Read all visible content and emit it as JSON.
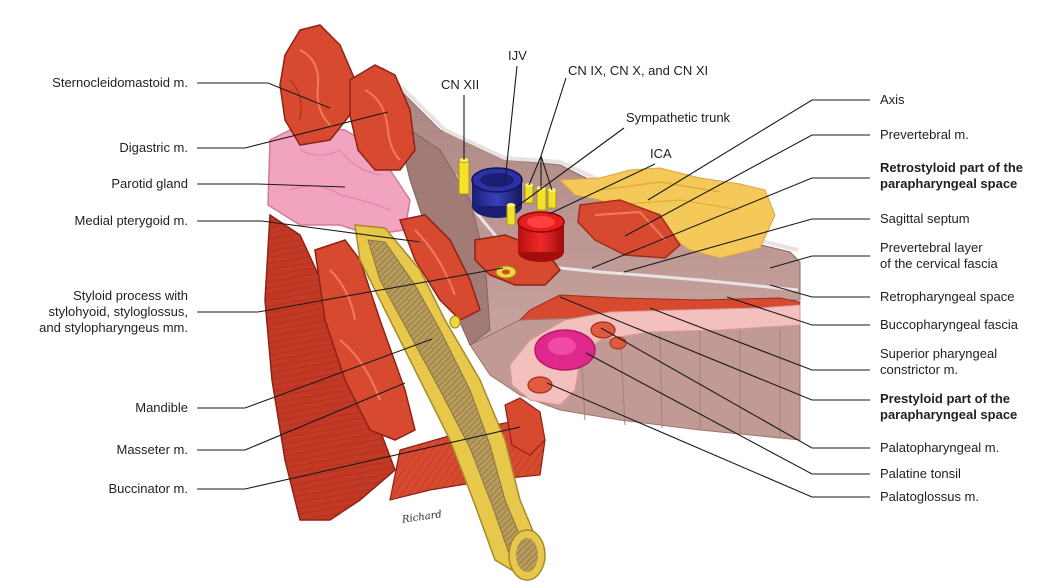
{
  "labels_left": [
    {
      "id": "scm",
      "text": "Sternocleidomastoid m."
    },
    {
      "id": "digastric",
      "text": "Digastric m."
    },
    {
      "id": "parotid",
      "text": "Parotid gland"
    },
    {
      "id": "medial_pterygoid",
      "text": "Medial pterygoid m."
    },
    {
      "id": "styloid",
      "lines": [
        "Styloid process with",
        "stylohyoid, styloglossus,",
        "and stylopharyngeus mm."
      ]
    },
    {
      "id": "mandible",
      "text": "Mandible"
    },
    {
      "id": "masseter",
      "text": "Masseter m."
    },
    {
      "id": "buccinator",
      "text": "Buccinator m."
    }
  ],
  "labels_top": [
    {
      "id": "cn12",
      "text": "CN XII"
    },
    {
      "id": "ijv",
      "text": "IJV"
    },
    {
      "id": "cn9_10_11",
      "text": "CN IX, CN X, and CN XI"
    },
    {
      "id": "sympathetic",
      "text": "Sympathetic trunk"
    },
    {
      "id": "ica",
      "text": "ICA"
    }
  ],
  "labels_right": [
    {
      "id": "axis",
      "lines": [
        "Axis"
      ],
      "bold": false
    },
    {
      "id": "prevertebral_m",
      "lines": [
        "Prevertebral m."
      ],
      "bold": false
    },
    {
      "id": "retrostyloid",
      "lines": [
        "Retrostyloid part of the",
        "parapharyngeal space"
      ],
      "bold": true
    },
    {
      "id": "sagittal_septum",
      "lines": [
        "Sagittal septum"
      ],
      "bold": false
    },
    {
      "id": "prevertebral_layer",
      "lines": [
        "Prevertebral layer",
        "of the cervical fascia"
      ],
      "bold": false
    },
    {
      "id": "retropharyngeal",
      "lines": [
        "Retropharyngeal space"
      ],
      "bold": false
    },
    {
      "id": "buccopharyngeal",
      "lines": [
        "Buccopharyngeal fascia"
      ],
      "bold": false
    },
    {
      "id": "superior_constrictor",
      "lines": [
        "Superior pharyngeal",
        "constrictor m."
      ],
      "bold": false
    },
    {
      "id": "prestyloid",
      "lines": [
        "Prestyloid part of the",
        "parapharyngeal space"
      ],
      "bold": true
    },
    {
      "id": "palatopharyngeal",
      "lines": [
        "Palatopharyngeal m."
      ],
      "bold": false
    },
    {
      "id": "palatine_tonsil",
      "lines": [
        "Palatine tonsil"
      ],
      "bold": false
    },
    {
      "id": "palatoglossus",
      "lines": [
        "Palatoglossus m."
      ],
      "bold": false
    }
  ],
  "signature": "Richard",
  "colors": {
    "muscle": "#d9472f",
    "muscle_dark": "#b8301f",
    "muscle_light": "#f06a4d",
    "gland": "#f2a3c0",
    "gland_dark": "#e07fa6",
    "bone_yellow": "#e8c84a",
    "bone_marrow": "#a8925a",
    "fat_yellow": "#f4c95a",
    "fascia": "#d9d2cf",
    "pharynx_wall": "#b98a86",
    "vein_blue": "#2a2f9a",
    "artery_red": "#e01818",
    "nerve_yellow": "#f3e12a",
    "tonsil_magenta": "#e0288a",
    "mucosa_pink": "#f4bcbc",
    "leader_line": "#1a1a1a"
  }
}
